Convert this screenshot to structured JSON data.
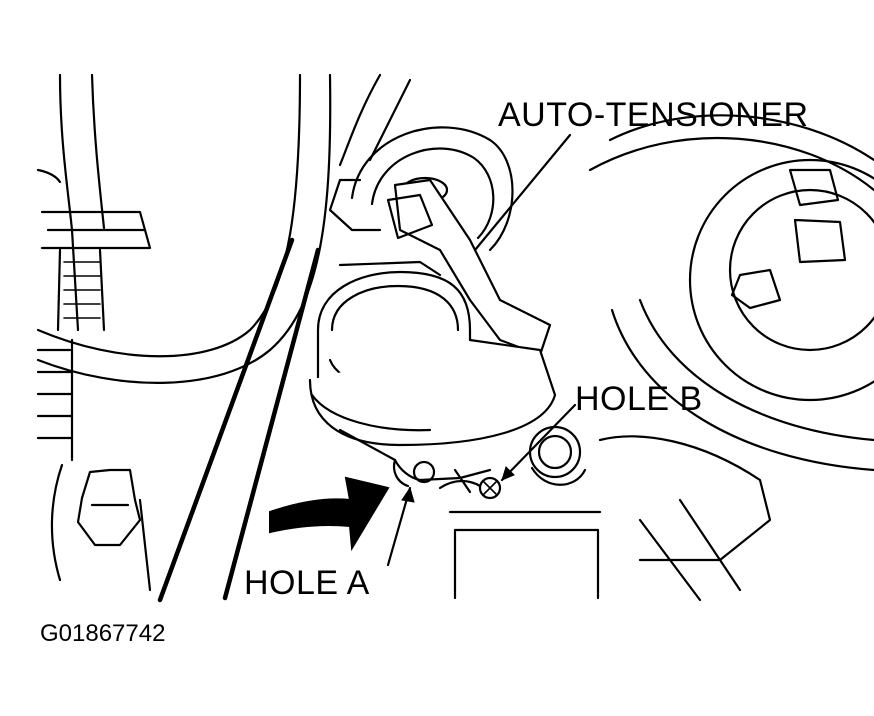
{
  "figure": {
    "callouts": {
      "auto_tensioner": "AUTO-TENSIONER",
      "hole_b": "HOLE B",
      "hole_a": "HOLE A"
    },
    "figure_id": "G01867742"
  },
  "colors": {
    "line": "#000000",
    "background": "#ffffff"
  }
}
